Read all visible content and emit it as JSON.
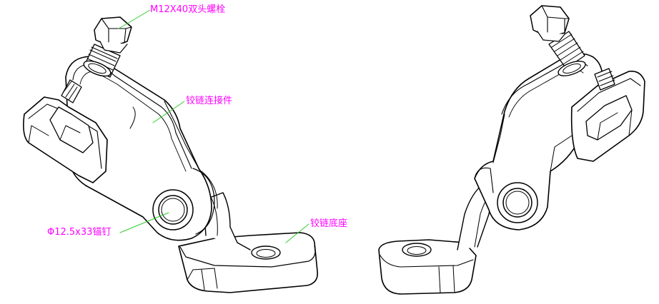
{
  "diagram": {
    "labels": {
      "stud_bolt": "M12X40双头螺栓",
      "hinge_connector": "铰链连接件",
      "anchor_nail": "Φ12.5x33锚钉",
      "hinge_base": "铰链底座"
    },
    "colors": {
      "label_text": "#ff00ff",
      "leader_line": "#2ecc2e",
      "outline": "#000000",
      "fill": "#ffffff"
    }
  }
}
